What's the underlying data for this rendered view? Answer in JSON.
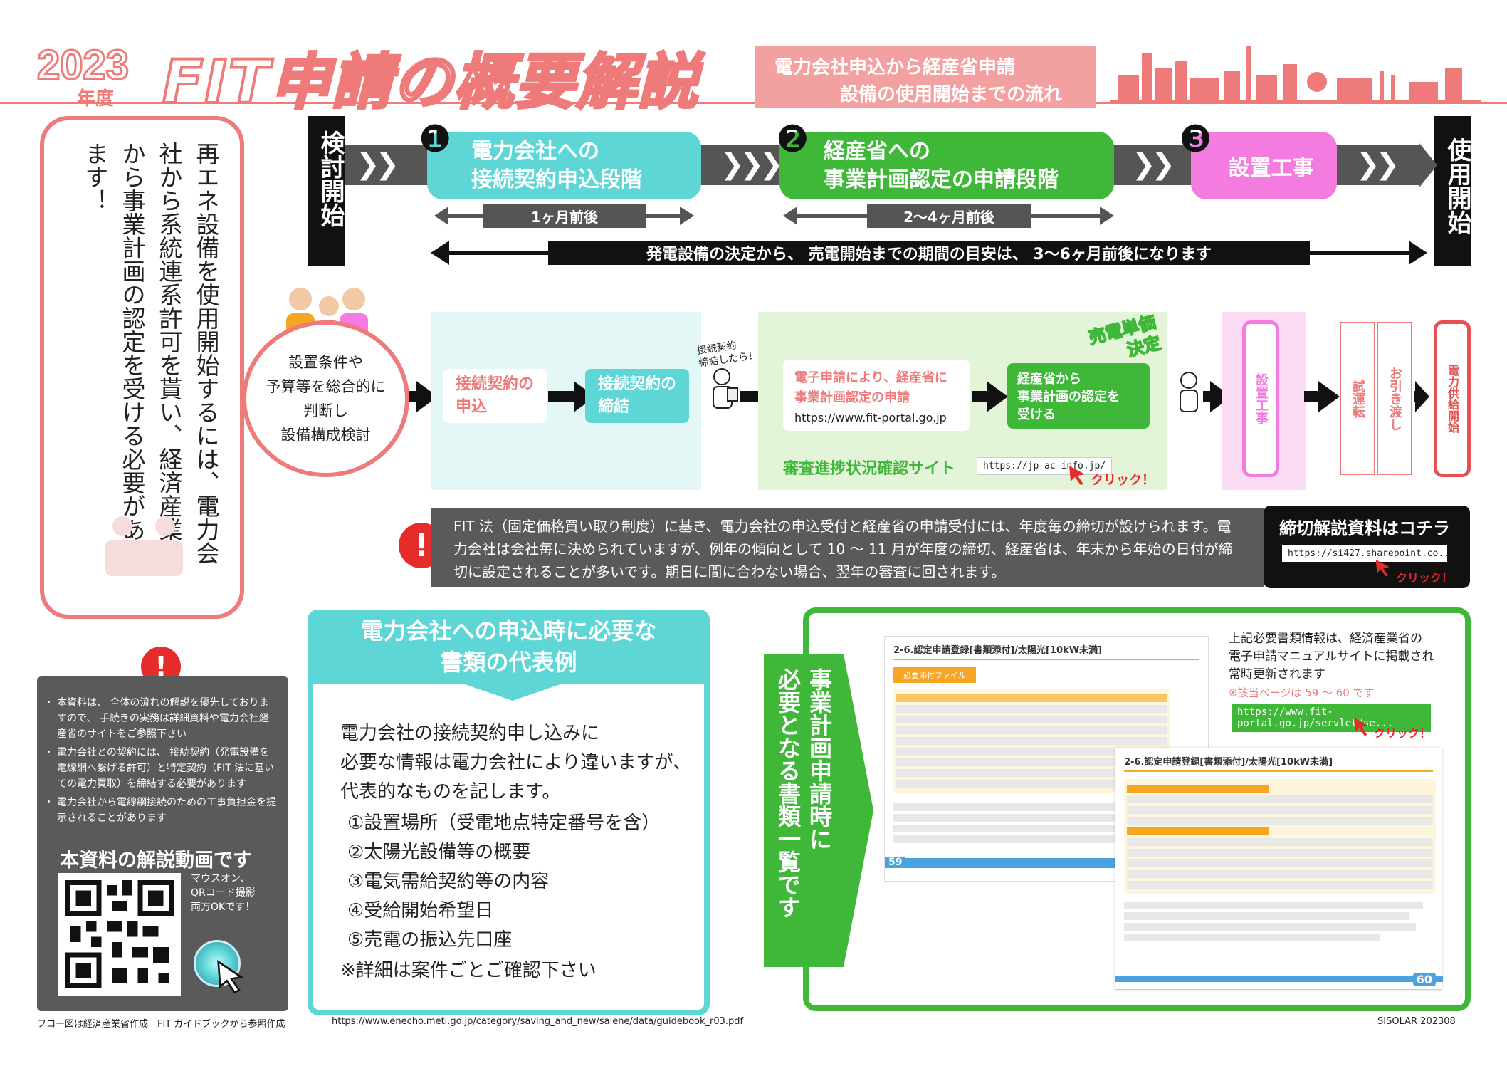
{
  "header": {
    "year": "2023",
    "year_suffix": "年度",
    "title": "FIT申請の概要解説",
    "subtitle_line1": "電力会社申込から経産省申請",
    "subtitle_line2": "設備の使用開始までの流れ"
  },
  "left_intro": {
    "text": "再エネ設備を使用開始するには、電力会社から系統連系許可を貰い、経済産業省から事業計画の認定を受ける必要があります！"
  },
  "flow": {
    "start": "検討開始",
    "end": "使用開始",
    "step1": {
      "num": "❶",
      "label": "電力会社への\n接続契約申込段階",
      "duration": "1ヶ月前後"
    },
    "step2": {
      "num": "❷",
      "label": "経産省への\n事業計画認定の申請段階",
      "duration": "2〜4ヶ月前後"
    },
    "step3": {
      "num": "❸",
      "label": "設置工事"
    },
    "total": "発電設備の決定から、 売電開始までの期間の目安は、 3〜6ヶ月前後になります"
  },
  "process": {
    "consider": "設置条件や\n予算等を総合的に\n判断し\n設備構成検討",
    "apply": "接続契約の\n申込",
    "sign": "接続契約の\n締結",
    "after_sign_note": "接続契約\n締結したら！",
    "e_apply": "電子申請により、経産省に\n事業計画認定の申請",
    "e_apply_url": "https://www.fit-portal.go.jp",
    "certified": "経産省から\n事業計画の認定を\n受ける",
    "price_stamp": "売電単価\n決定",
    "review_site": "審査進捗状況確認サイト",
    "review_url": "https://jp-ac-info.jp/",
    "click": "クリック！",
    "install": "設置工事",
    "trial": "試運転",
    "handover": "お引き渡し",
    "power_start": "電力供給開始"
  },
  "notice": {
    "text": "FIT 法（固定価格買い取り制度）に基き、電力会社の申込受付と経産省の申請受付には、年度毎の締切が設けられます。電力会社は会社毎に決められていますが、例年の傾向として 10 〜 11 月が年度の締切、経産省は、年末から年始の日付が締切に設定されることが多いです。期日に間に合わない場合、翌年の審査に回されます。",
    "deadline_title": "締切解説資料はコチラ",
    "deadline_url": "https://si427.sharepoint.co.....",
    "click": "クリック！"
  },
  "left_notes": {
    "items": [
      "本資料は、 全体の流れの解説を優先しておりますので、 手続きの実務は詳細資料や電力会社経産省のサイトをご参照下さい",
      "電力会社との契約には、 接続契約（発電設備を電線網へ繋げる許可）と特定契約（FIT 法に基いての電力買取）を締結する必要があります",
      "電力会社から電線網接続のための工事負担金を提示されることがあります"
    ],
    "video_title": "本資料の解説動画です",
    "video_note": "マウスオン、\nQRコード撮影\n両方OKです！"
  },
  "docs": {
    "title": "電力会社への申込時に必要な\n書類の代表例",
    "intro": "電力会社の接続契約申し込みに\n必要な情報は電力会社により違いますが、\n代表的なものを記します。",
    "items": [
      "①設置場所（受電地点特定番号を含）",
      "②太陽光設備等の概要",
      "③電気需給契約等の内容",
      "④受給開始希望日",
      "⑤売電の振込先口座"
    ],
    "footnote": "※詳細は案件ごとご確認下さい"
  },
  "plan_docs": {
    "vertical_title_1": "事業計画申請時に",
    "vertical_title_2": "必要となる書類一覧です",
    "page59_title": "2-6.認定申請登録[書類添付]/太陽光[10kW未満]",
    "page59_tab": "必要添付ファイル",
    "page59_num": "59",
    "page60_title": "2-6.認定申請登録[書類添付]/太陽光[10kW未満]",
    "page60_num": "60",
    "info": "上記必要書類情報は、経済産業省の\n電子申請マニュアルサイトに掲載され\n常時更新されます",
    "pages": "※該当ページは 59 〜 60 です",
    "url": "https://www.fit-portal.go.jp/servlet/se...",
    "click": "クリック！"
  },
  "footer": {
    "left": "フロー図は経済産業省作成　FIT ガイドブックから参照作成",
    "url": "https://www.enecho.meti.go.jp/category/saving_and_new/saiene/data/guidebook_r03.pdf",
    "right": "SISOLAR 202308"
  },
  "colors": {
    "coral": "#ef7a7a",
    "cyan": "#5fd6d6",
    "green": "#3fb83a",
    "pink": "#f47be0",
    "dark": "#222222",
    "gray": "#5a5a5a"
  }
}
